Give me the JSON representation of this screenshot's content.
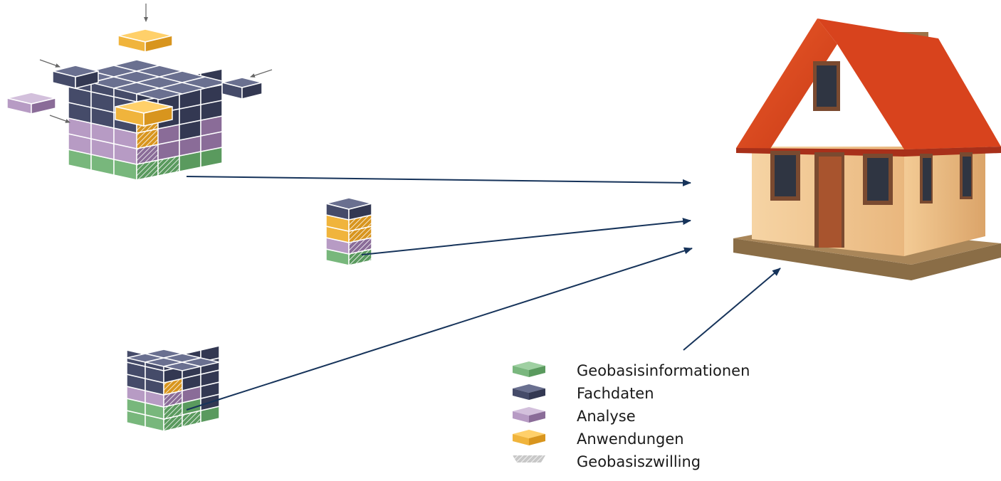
{
  "legend": {
    "items": [
      {
        "key": "geobasis",
        "label": "Geobasisinformationen"
      },
      {
        "key": "fachdaten",
        "label": "Fachdaten"
      },
      {
        "key": "analyse",
        "label": "Analyse"
      },
      {
        "key": "anwendungen",
        "label": "Anwendungen"
      },
      {
        "key": "zwilling",
        "label": "Geobasiszwilling"
      }
    ]
  },
  "colors": {
    "geobasis": "#78b77c",
    "fachdaten": "#454b69",
    "analyse": "#b79bc4",
    "anwendungen": "#f0b43c",
    "zwilling": "#bdbdbd",
    "arrow": "#16335a",
    "small_arrow": "#666666",
    "house_wall": "#f1c792",
    "house_roof": "#d8431d",
    "house_base": "#8a6d46",
    "door": "#a8542e",
    "window": "#2f3542"
  },
  "icons": {
    "house": "house-illustration",
    "data-blocks": "stacked-cube-blocks"
  }
}
